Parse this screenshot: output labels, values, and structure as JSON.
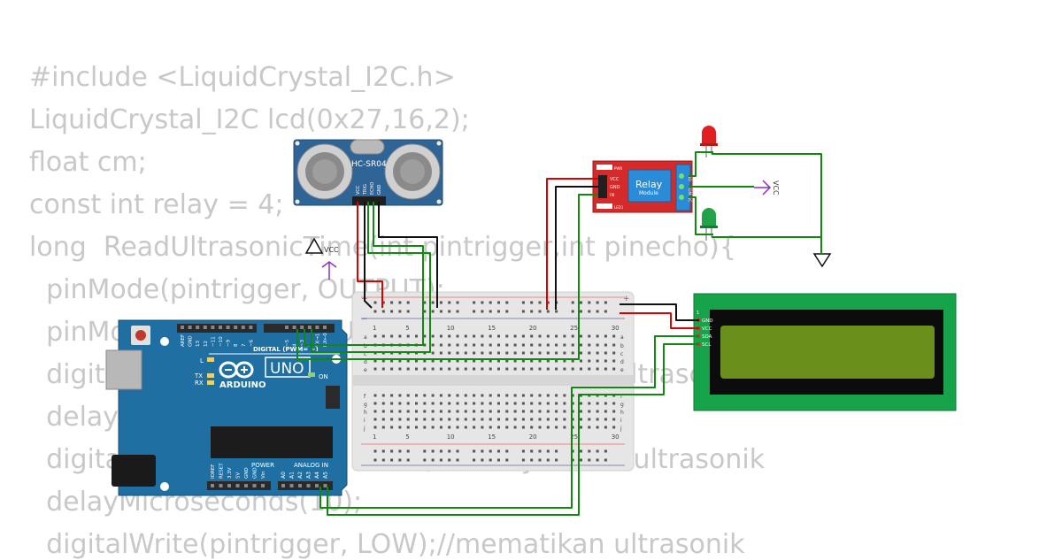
{
  "code_lines": [
    "#include <LiquidCrystal_I2C.h>",
    "LiquidCrystal_I2C lcd(0x27,16,2);",
    "float cm;",
    "const int relay = 4;",
    "long  ReadUltrasonicTime(int pintrigger,int pinecho){",
    "  pinMode(pintrigger, OUTPUT);",
    "  pinMode(pinecho, INPUT);",
    "  digitalWrite(pintrigger, LOW);//mematikan ultrasonik",
    "  delayMicroseconds(2);",
    "  digitalWrite(pintrigger, HIGH);//menyalakan ultrasonik",
    "  delayMicroseconds(10);",
    "  digitalWrite(pintrigger, LOW);//mematikan ultrasonik"
  ],
  "ultrasonic": {
    "model": "HC-SR04",
    "pins": [
      "VCC",
      "TRIG",
      "ECHO",
      "GND"
    ]
  },
  "relay": {
    "title": "Relay",
    "subtitle": "Module",
    "led_labels": [
      "PWR",
      "LED1"
    ],
    "input_pins": [
      "VCC",
      "GND",
      "IN"
    ],
    "output_pins": [
      "NO",
      "COM",
      "NC"
    ]
  },
  "vcc_label": "VCC",
  "lcd": {
    "pins": [
      "GND",
      "VCC",
      "SDA",
      "SCL"
    ],
    "pin1_marker": "1"
  },
  "arduino": {
    "model": "UNO",
    "brand": "ARDUINO",
    "on_label": "ON",
    "digital_label": "DIGITAL (PWM= ~)",
    "power_label": "POWER",
    "analog_label": "ANALOG IN",
    "led_labels": [
      "L",
      "TX",
      "RX"
    ],
    "digital_pins": [
      "AREF",
      "GND",
      "13",
      "12",
      "~11",
      "~10",
      "~9",
      "8",
      "7",
      "~6",
      "~5",
      "4",
      "~3",
      "2",
      "TX→1",
      "RX←0"
    ],
    "power_pins": [
      "IOREF",
      "RESET",
      "3.3V",
      "5V",
      "GND",
      "GND",
      "Vin"
    ],
    "analog_pins": [
      "A0",
      "A1",
      "A2",
      "A3",
      "A4",
      "A5"
    ]
  },
  "breadboard": {
    "column_numbers": [
      "1",
      "5",
      "10",
      "15",
      "20",
      "25",
      "30"
    ],
    "rows_top": [
      "a",
      "b",
      "c",
      "d",
      "e"
    ],
    "rows_bottom": [
      "f",
      "g",
      "h",
      "i",
      "j"
    ],
    "rail_plus": "+",
    "rail_minus": "−"
  },
  "colors": {
    "code_text": "#c8c8c8",
    "arduino_blue": "#1f6fa3",
    "sensor_blue": "#2f6596",
    "relay_red": "#d42a2a",
    "relay_blue": "#2b8bd6",
    "lcd_green": "#16a34a",
    "lcd_screen": "#6b8f1b",
    "wire_red": "#dd0000",
    "wire_black": "#111111",
    "wire_green": "#0f8a0f",
    "vcc_purple": "#8b2fc9"
  }
}
